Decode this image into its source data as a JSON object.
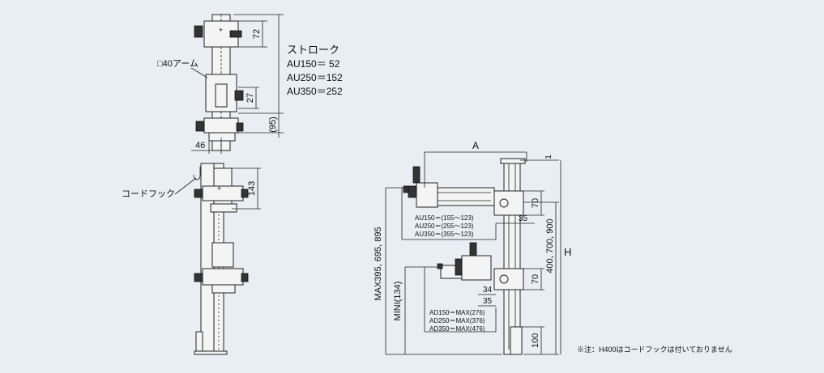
{
  "stroke": {
    "title": "ストローク",
    "lines": [
      "AU150＝ 52",
      "AU250＝152",
      "AU350＝252"
    ]
  },
  "top_view": {
    "arm_label": "□40アーム",
    "dim_72": "72",
    "dim_27": "27",
    "dim_95": "(95)",
    "dim_46": "46"
  },
  "mid_view": {
    "hook_label": "コードフック",
    "dim_143": "143"
  },
  "right_view": {
    "dim_A": "A",
    "dim_1": "1",
    "dim_70a": "70",
    "dim_70b": "70",
    "dim_35a": "35",
    "dim_35b": "35",
    "dim_34": "34",
    "dim_100": "100",
    "h_values": "400, 700, 900",
    "H": "H",
    "max_label": "MAX395, 695, 895",
    "mini_label": "MINI(134)",
    "au_lines": [
      "AU150＝(155～123)",
      "AU250＝(255～123)",
      "AU350＝(355～123)"
    ],
    "ad_lines": [
      "AD150＝MAX(276)",
      "AD250＝MAX(376)",
      "AD350＝MAX(476)"
    ]
  },
  "note": "※注：H400はコードフックは付いておりません"
}
